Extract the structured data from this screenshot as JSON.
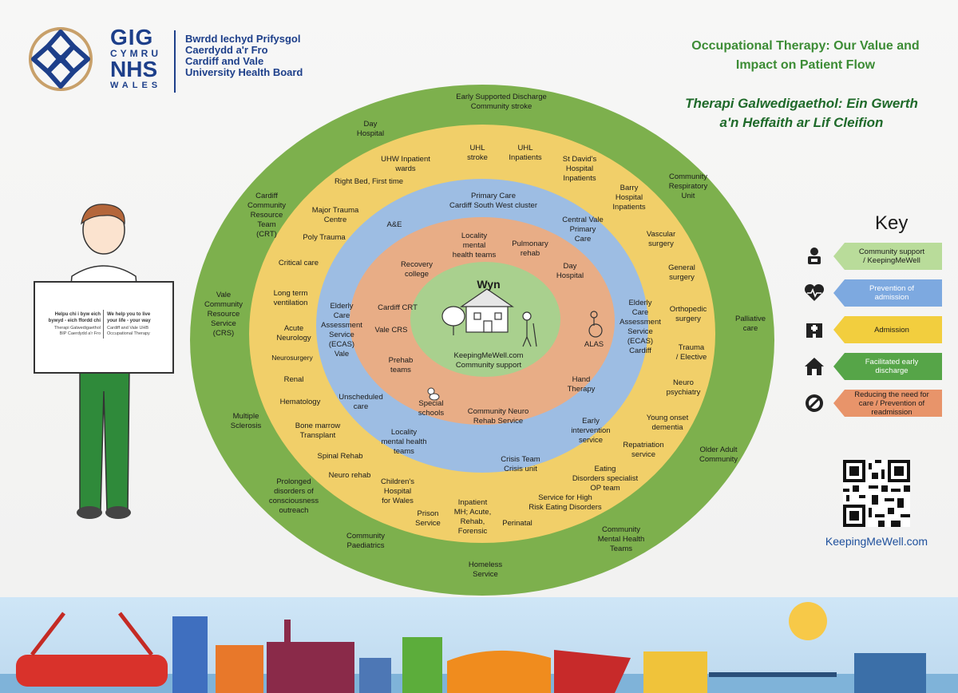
{
  "header": {
    "logo_gig": "GIG",
    "logo_cymru": "CYMRU",
    "logo_nhs": "NHS",
    "logo_wales": "WALES",
    "board_cy_1": "Bwrdd Iechyd Prifysgol",
    "board_cy_2": "Caerdydd a'r Fro",
    "board_en_1": "Cardiff and Vale",
    "board_en_2": "University Health Board"
  },
  "title": {
    "en_1": "Occupational Therapy: Our Value and",
    "en_2": "Impact on Patient Flow",
    "cy_1": "Therapi Galwedigaethol: Ein Gwerth",
    "cy_2": "a'n Heffaith ar Lif Cleifion"
  },
  "colors": {
    "outer_ring": "#7db04d",
    "yellow_ring": "#f1cf69",
    "blue_ring": "#9dbde3",
    "orange_ring": "#e8ad86",
    "center": "#a9d08e",
    "title_green": "#3c8c35"
  },
  "center": {
    "name": "Wyn",
    "sub_1": "KeepingMeWell.com",
    "sub_2": "Community support",
    "alas": "ALAS"
  },
  "rings": {
    "green": [
      "Early Supported Discharge\nCommunity stroke",
      "Day\nHospital",
      "Community\nRespiratory\nUnit",
      "Cardiff\nCommunity\nResource\nTeam\n(CRT)",
      "Vale\nCommunity\nResource\nService\n(CRS)",
      "Palliative\ncare",
      "Multiple\nSclerosis",
      "Older Adult\nCommunity",
      "Prolonged\ndisorders of\nconsciousness\noutreach",
      "Community\nPaediatrics",
      "Community\nMental Health\nTeams",
      "Homeless\nService"
    ],
    "yellow": [
      "UHW Inpatient\nwards",
      "Right Bed, First time",
      "UHL\nstroke",
      "UHL\nInpatients",
      "St David's\nHospital\nInpatients",
      "Barry\nHospital\nInpatients",
      "Major Trauma\nCentre",
      "Poly Trauma",
      "Vascular\nsurgery",
      "Critical care",
      "General\nsurgery",
      "Long term\nventilation",
      "Orthopedic\nsurgery",
      "Acute\nNeurology",
      "Trauma\n/ Elective",
      "Neurosurgery",
      "Renal",
      "Neuro\npsychiatry",
      "Hematology",
      "Young onset\ndementia",
      "Bone marrow\nTransplant",
      "Repatriation\nservice",
      "Spinal Rehab",
      "Eating\nDisorders specialist\nOP team",
      "Neuro rehab",
      "Children's\nHospital\nfor Wales",
      "Prison\nService",
      "Inpatient\nMH; Acute,\nRehab,\nForensic",
      "Perinatal",
      "Service for High\nRisk Eating Disorders"
    ],
    "blue": [
      "Primary Care\nCardiff South West cluster",
      "A&E",
      "Central Vale\nPrimary\nCare",
      "Elderly\nCare\nAssessment\nService\n(ECAS)\nVale",
      "Elderly\nCare\nAssessment\nService\n(ECAS)\nCardiff",
      "Unscheduled\ncare",
      "Early\nintervention\nservice",
      "Locality\nmental health\nteams",
      "Crisis Team\nCrisis unit"
    ],
    "orange": [
      "Locality\nmental\nhealth teams",
      "Pulmonary\nrehab",
      "Recovery\ncollege",
      "Day\nHospital",
      "Cardiff CRT",
      "Vale CRS",
      "Prehab\nteams",
      "Hand\nTherapy",
      "Special\nschools",
      "Community Neuro\nRehab Service"
    ]
  },
  "person": {
    "sign_cy_1": "Helpu chi i byw eich",
    "sign_cy_2": "bywyd - eich ffordd chi",
    "sign_en_1": "We help you to live",
    "sign_en_2": "your life - your way",
    "sign_cy_3": "Therapi Galwedigaethol",
    "sign_cy_4": "BIP Caerdydd a'r Fro",
    "sign_en_3": "Cardiff and Vale UHB",
    "sign_en_4": "Occupational Therapy"
  },
  "key": {
    "title": "Key",
    "items": [
      {
        "label": "Community support\n/ KeepingMeWell",
        "color": "#b9dc9a",
        "icon": "person-laptop-icon"
      },
      {
        "label": "Prevention of\nadmission",
        "color": "#7da9e0",
        "icon": "heartbeat-icon"
      },
      {
        "label": "Admission",
        "color": "#f2ce3e",
        "icon": "hospital-icon"
      },
      {
        "label": "Facilitated early\ndischarge",
        "color": "#56a548",
        "icon": "house-icon"
      },
      {
        "label": "Reducing the need for\ncare / Prevention of\nreadmission",
        "color": "#e8946a",
        "icon": "prohibited-icon"
      }
    ]
  },
  "qr_url": "KeepingMeWell.com"
}
